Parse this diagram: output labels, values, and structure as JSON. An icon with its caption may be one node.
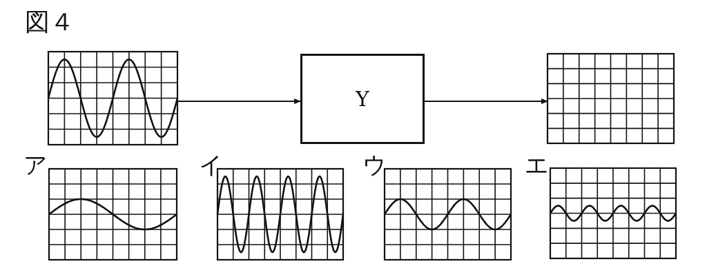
{
  "diagram": {
    "title": "図４",
    "nodes": [
      {
        "text": [],
        "shape": "picture"
      },
      {
        "text": [
          "Y"
        ]
      },
      {
        "text": [],
        "shape": "picture"
      },
      {
        "text": [
          "ア"
        ]
      },
      {
        "text": [
          "イ"
        ]
      },
      {
        "text": [
          "ウ"
        ]
      },
      {
        "text": [
          "エ"
        ]
      }
    ],
    "edges": [
      {
        "from": 0,
        "to": 1,
        "arrow": "to"
      },
      {
        "from": 1,
        "to": 2,
        "arrow": "to"
      }
    ]
  }
}
